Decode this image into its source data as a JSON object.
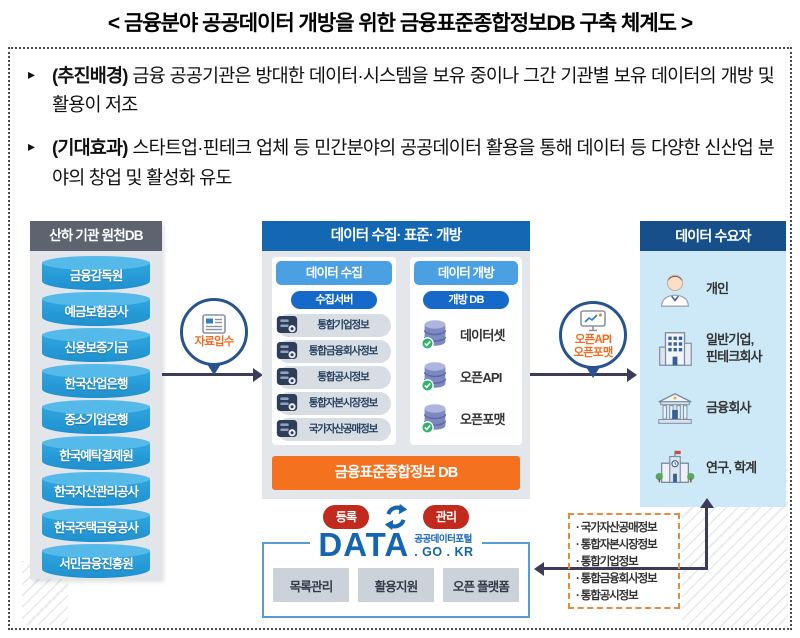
{
  "title": "< 금융분야 공공데이터 개방을 위한 금융표준종합정보DB 구축 체계도 >",
  "bullets": {
    "marker": "▸",
    "items": [
      {
        "label": "(추진배경)",
        "text": "금융 공공기관은 방대한 데이터·시스템을 보유 중이나 그간 기관별 보유 데이터의 개방 및 활용이 저조"
      },
      {
        "label": "(기대효과)",
        "text": "스타트업·핀테크 업체 등 민간분야의 공공데이터 활용을 통해 데이터 등 다양한 신산업 분야의 창업 및 활성화 유도"
      }
    ]
  },
  "source_db": {
    "header": "산하 기관 원천DB",
    "items": [
      "금융감독원",
      "예금보험공사",
      "신용보증기금",
      "한국산업은행",
      "중소기업은행",
      "한국예탁결제원",
      "한국자산관리공사",
      "한국주택금융공사",
      "서민금융진흥원"
    ]
  },
  "flow": {
    "ingest_label": "자료입수",
    "open_line1": "오픈API",
    "open_line2": "오픈포맷"
  },
  "center": {
    "header": "데이터 수집· 표준· 개방",
    "collect": {
      "header": "데이터 수집",
      "pill": "수집서버",
      "items": [
        "통합기업정보",
        "통합금융회사정보",
        "통합공시정보",
        "통합자본시장정보",
        "국가자산공매정보"
      ]
    },
    "open": {
      "header": "데이터 개방",
      "pill": "개방 DB",
      "items": [
        "데이터셋",
        "오픈API",
        "오픈포맷"
      ]
    },
    "db_bar": "금융표준종합정보 DB"
  },
  "portal": {
    "register": "등록",
    "manage": "관리",
    "logo_main": "DATA",
    "logo_sub": "공공데이터포털",
    "logo_domain": ". GO . KR",
    "buttons": [
      "목록관리",
      "활용지원",
      "오픈 플랫폼"
    ]
  },
  "consumers": {
    "header": "데이터 수요자",
    "items": [
      {
        "icon": "person-icon",
        "line1": "개인",
        "line2": ""
      },
      {
        "icon": "office-building-icon",
        "line1": "일반기업,",
        "line2": "핀테크회사"
      },
      {
        "icon": "bank-icon",
        "line1": "금융회사",
        "line2": ""
      },
      {
        "icon": "school-icon",
        "line1": "연구, 학계",
        "line2": ""
      }
    ]
  },
  "feedback_list": {
    "marker": "·",
    "items": [
      "국가자산공매정보",
      "통합자본시장정보",
      "통합기업정보",
      "통합금융회사정보",
      "통합공시정보"
    ]
  },
  "colors": {
    "center_header_blue": "#1467b3",
    "sub_header_blue": "#4aa0e2",
    "pill_blue": "#1569c8",
    "cylinder_blue": "#2aa2de",
    "source_header_gray": "#5d6470",
    "orange_bar": "#f4711f",
    "badge_red": "#c22a1e",
    "line_navy": "#3c3c5a",
    "consumer_bg": "#cde9f8",
    "consumer_header": "#174f8b",
    "dashed_border": "#e8893c",
    "accent_orange_text": "#f26d21",
    "logo_blue": "#1565b0"
  }
}
